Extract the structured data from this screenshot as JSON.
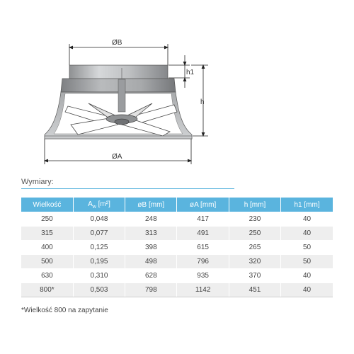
{
  "drawing": {
    "labels": {
      "diameter_b": "ØB",
      "diameter_a": "ØA",
      "height_h": "h",
      "height_h1": "h1"
    }
  },
  "section_title": "Wymiary:",
  "table": {
    "headers": [
      {
        "main": "Wielkość",
        "sub": "",
        "sup": "",
        "tail": ""
      },
      {
        "main": "A",
        "sub": "w",
        "sup": "",
        "tail": " [m²]"
      },
      {
        "main": "øB [mm]",
        "sub": "",
        "sup": "",
        "tail": ""
      },
      {
        "main": "øA [mm]",
        "sub": "",
        "sup": "",
        "tail": ""
      },
      {
        "main": "h [mm]",
        "sub": "",
        "sup": "",
        "tail": ""
      },
      {
        "main": "h1 [mm]",
        "sub": "",
        "sup": "",
        "tail": ""
      }
    ],
    "rows": [
      [
        "250",
        "0,048",
        "248",
        "417",
        "230",
        "40"
      ],
      [
        "315",
        "0,077",
        "313",
        "491",
        "250",
        "40"
      ],
      [
        "400",
        "0,125",
        "398",
        "615",
        "265",
        "50"
      ],
      [
        "500",
        "0,195",
        "498",
        "796",
        "320",
        "50"
      ],
      [
        "630",
        "0,310",
        "628",
        "935",
        "370",
        "40"
      ],
      [
        "800*",
        "0,503",
        "798",
        "1142",
        "451",
        "40"
      ]
    ]
  },
  "footnote": "*Wielkość 800 na zapytanie",
  "colors": {
    "header_bg": "#5ab4de",
    "row_alt_bg": "#eeeeee",
    "body_metal": "#b0b2b4",
    "ring_metal": "#9a9c9e"
  }
}
